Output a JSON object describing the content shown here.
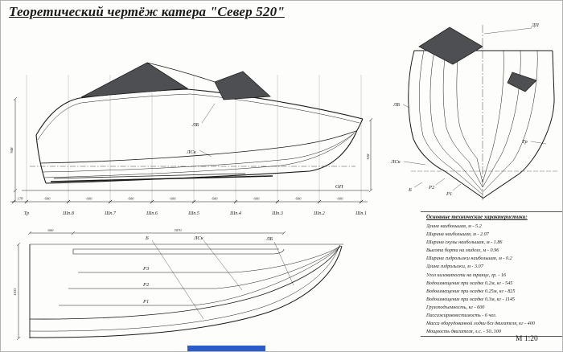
{
  "page": {
    "title": "Теоретический чертёж катера \"Север 520\"",
    "scale_label": "М 1:20"
  },
  "colors": {
    "ink": "#1a1a1a",
    "glass": "#4d4f52",
    "blue_bar": "#2b5ccc"
  },
  "side_view": {
    "line_labels": {
      "sheer": "ЛБ",
      "chine": "ЛСк",
      "base_plane": "ОП"
    },
    "stations": [
      "Тр",
      "Шп.8",
      "Шп.7",
      "Шп.6",
      "Шп.5",
      "Шп.4",
      "Шп.3",
      "Шп.2",
      "Шп.1"
    ],
    "bottom_dims": [
      "178",
      "600",
      "600",
      "600",
      "600",
      "600",
      "600",
      "600",
      "600"
    ],
    "left_height_dim": "948",
    "right_height_dim": "918"
  },
  "body_plan": {
    "labels": {
      "dp": "ДП",
      "lb": "ЛБ",
      "lsk": "ЛСк",
      "b": "Б",
      "p2": "Р2",
      "p1": "Р1",
      "tr": "Тр"
    }
  },
  "half_breadth": {
    "labels": {
      "b": "Б",
      "lsk": "ЛСк",
      "lb": "ЛБ",
      "p3": "Р3",
      "p2": "Р2",
      "p1": "Р1"
    },
    "dims": {
      "left_span": "600",
      "ski_length": "3070",
      "half_beam": "1035"
    }
  },
  "specs": {
    "heading": "Основные технические характеристики:",
    "items": [
      "Длина наибольшая, м - 5.2",
      "Ширина наибольшая, м - 2.07",
      "Ширина скулы наибольшая, м - 1.86",
      "Высота борта на миделе, м - 0.96",
      "Ширина гидролыжи наибольшая, м - 0.2",
      "Длина гидролыжи, м - 3.07",
      "Угол килеватости на транце, гр. - 16",
      "Водоизмещение при осадке 0.2м, кг - 545",
      "Водоизмещение при осадке 0.25м, кг - 825",
      "Водоизмещение при осадке 0.3м, кг - 1145",
      "Грузоподъемность, кг - 600",
      "Пассажировместимость - 6 чел.",
      "Масса оборудованной лодки без двигателя, кг - 400",
      "Мощность двигателя, л.с. - 50..100"
    ]
  }
}
